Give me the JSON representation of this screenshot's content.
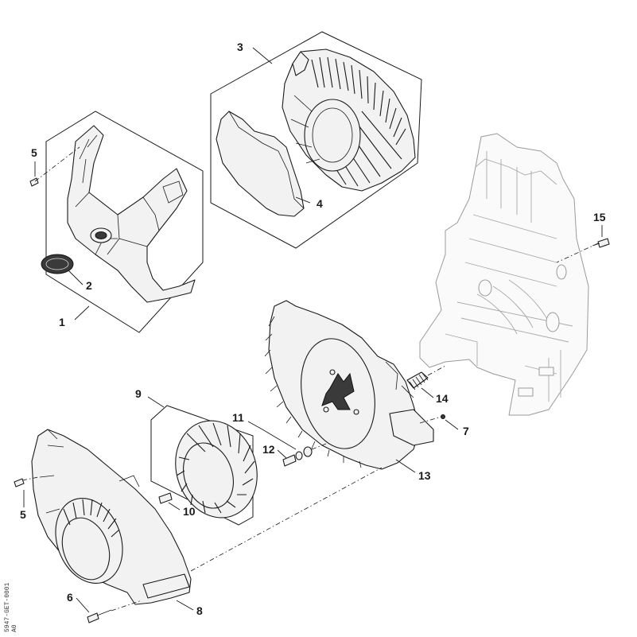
{
  "diagram": {
    "callouts": [
      {
        "id": "c1",
        "label": "1"
      },
      {
        "id": "c2",
        "label": "2"
      },
      {
        "id": "c3",
        "label": "3"
      },
      {
        "id": "c4",
        "label": "4"
      },
      {
        "id": "c5a",
        "label": "5"
      },
      {
        "id": "c5b",
        "label": "5"
      },
      {
        "id": "c6",
        "label": "6"
      },
      {
        "id": "c7",
        "label": "7"
      },
      {
        "id": "c8",
        "label": "8"
      },
      {
        "id": "c9",
        "label": "9"
      },
      {
        "id": "c10",
        "label": "10"
      },
      {
        "id": "c11",
        "label": "11"
      },
      {
        "id": "c12",
        "label": "12"
      },
      {
        "id": "c13",
        "label": "13"
      },
      {
        "id": "c14",
        "label": "14"
      },
      {
        "id": "c15",
        "label": "15"
      }
    ],
    "drawing_ref": "5947-GET-0001",
    "drawing_ref_sub": "A0"
  }
}
